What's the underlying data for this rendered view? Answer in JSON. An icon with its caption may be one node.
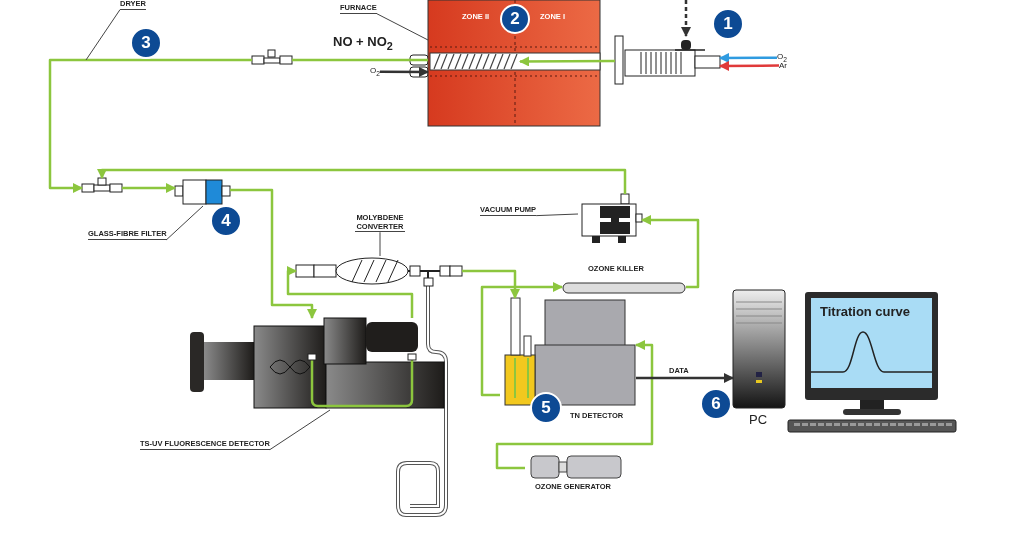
{
  "diagram": {
    "nodes": [
      {
        "text": [
          "ZONE II",
          "ZONE I"
        ]
      },
      {
        "text": [
          "2"
        ],
        "in": 0
      },
      {
        "text": [
          "FURNACE"
        ]
      },
      {
        "text": [],
        "shape": "picture"
      },
      {
        "text": [
          "1"
        ]
      },
      {
        "text": [
          "3"
        ]
      },
      {
        "text": [
          "DRYER"
        ]
      },
      {
        "text": [],
        "shape": "picture"
      },
      {
        "text": [],
        "shape": "picture"
      },
      {
        "text": [],
        "shape": "picture"
      },
      {
        "text": [
          "4"
        ]
      },
      {
        "text": [
          "GLASS-FIBRE FILTER"
        ]
      },
      {
        "text": [],
        "shape": "picture"
      },
      {
        "text": [
          "MOLYBDENE CONVERTER"
        ]
      },
      {
        "text": [],
        "shape": "picture"
      },
      {
        "text": [
          "VACUUM PUMP"
        ]
      },
      {
        "text": [
          "OZONE KILLER"
        ]
      },
      {
        "text": [],
        "shape": "picture"
      },
      {
        "text": [
          "TS-UV FLUORESCENCE DETECTOR"
        ]
      },
      {
        "text": [
          "TN DETECTOR"
        ]
      },
      {
        "text": [
          "5"
        ]
      },
      {
        "text": [
          "OZONE GENERATOR"
        ]
      },
      {
        "text": [
          "PC"
        ]
      },
      {
        "text": [
          "6"
        ]
      },
      {
        "text": [
          "Titration curve"
        ]
      },
      {
        "text": [
          "O$_{2}$"
        ]
      },
      {
        "text": [
          "Ar"
        ]
      },
      {
        "text": [
          "O$_{2}$"
        ]
      },
      {
        "text": [],
        "shape": "picture",
        "in": 0
      }
    ],
    "edges": [
      {
        "from": 25,
        "to": 3,
        "arrow": "to",
        "color": "#2f9be0"
      },
      {
        "from": 26,
        "to": 3,
        "arrow": "to",
        "color": "#e03a3a"
      },
      {
        "from": null,
        "to": 3,
        "arrow": "to",
        "style": "dashed",
        "color": "#333333"
      },
      {
        "from": 0,
        "to": 7,
        "arrow": "none"
      },
      {
        "from": 7,
        "to": 8,
        "arrow": "to"
      },
      {
        "from": 8,
        "to": 9,
        "arrow": "to"
      },
      {
        "from": 14,
        "to": 8,
        "arrow": "to"
      },
      {
        "from": 9,
        "to": 17,
        "arrow": "to"
      },
      {
        "from": 17,
        "to": 12,
        "arrow": "to"
      },
      {
        "from": 12,
        "to": 19,
        "arrow": "to"
      },
      {
        "from": 19,
        "to": 16,
        "arrow": "to"
      },
      {
        "from": 16,
        "to": 14,
        "arrow": "to"
      },
      {
        "from": 21,
        "to": 19,
        "arrow": "to"
      },
      {
        "from": 19,
        "to": 22,
        "arrow": "to",
        "label": "DATA",
        "color": "#333333"
      },
      {
        "from": 27,
        "to": 0,
        "arrow": "to",
        "color": "#333333"
      },
      {
        "from": 2,
        "to": 0,
        "arrow": "none",
        "color": "#444444"
      },
      {
        "from": 6,
        "to": null,
        "arrow": "none",
        "color": "#444444"
      },
      {
        "from": 11,
        "to": 9,
        "arrow": "none",
        "color": "#444444"
      },
      {
        "from": 13,
        "to": 12,
        "arrow": "none",
        "color": "#444444"
      },
      {
        "from": 15,
        "to": 14,
        "arrow": "none",
        "color": "#444444"
      },
      {
        "from": 18,
        "to": 17,
        "arrow": "none",
        "color": "#444444"
      },
      {
        "from": 3,
        "to": 28,
        "arrow": "to"
      }
    ],
    "labels": [
      "NO + NO$_{2}$"
    ]
  }
}
